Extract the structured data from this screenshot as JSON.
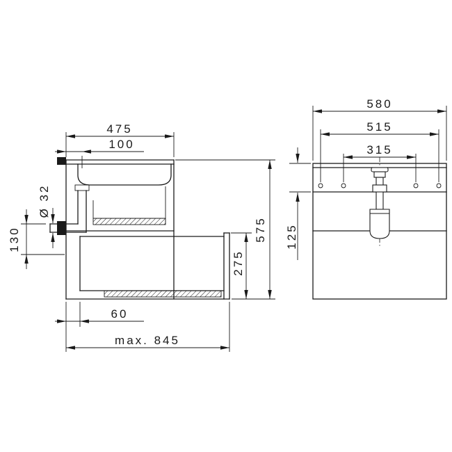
{
  "page": {
    "background": "#ffffff",
    "line_color": "#1a1a1a"
  },
  "side_view": {
    "name": "vanity-cabinet-side-section",
    "dimensions": {
      "depth": "475",
      "drain_offset": "100",
      "drain_pipe_diameter": "Ø 32",
      "connection_height": "130",
      "total_height": "575",
      "lower_drawer_height": "275",
      "rear_clearance": "60",
      "max_extension": "max. 845"
    }
  },
  "front_view": {
    "name": "vanity-cabinet-front-elevation",
    "dimensions": {
      "total_width": "580",
      "mounting_width": "515",
      "tap_hole_spacing": "315",
      "apron_height": "125"
    }
  }
}
